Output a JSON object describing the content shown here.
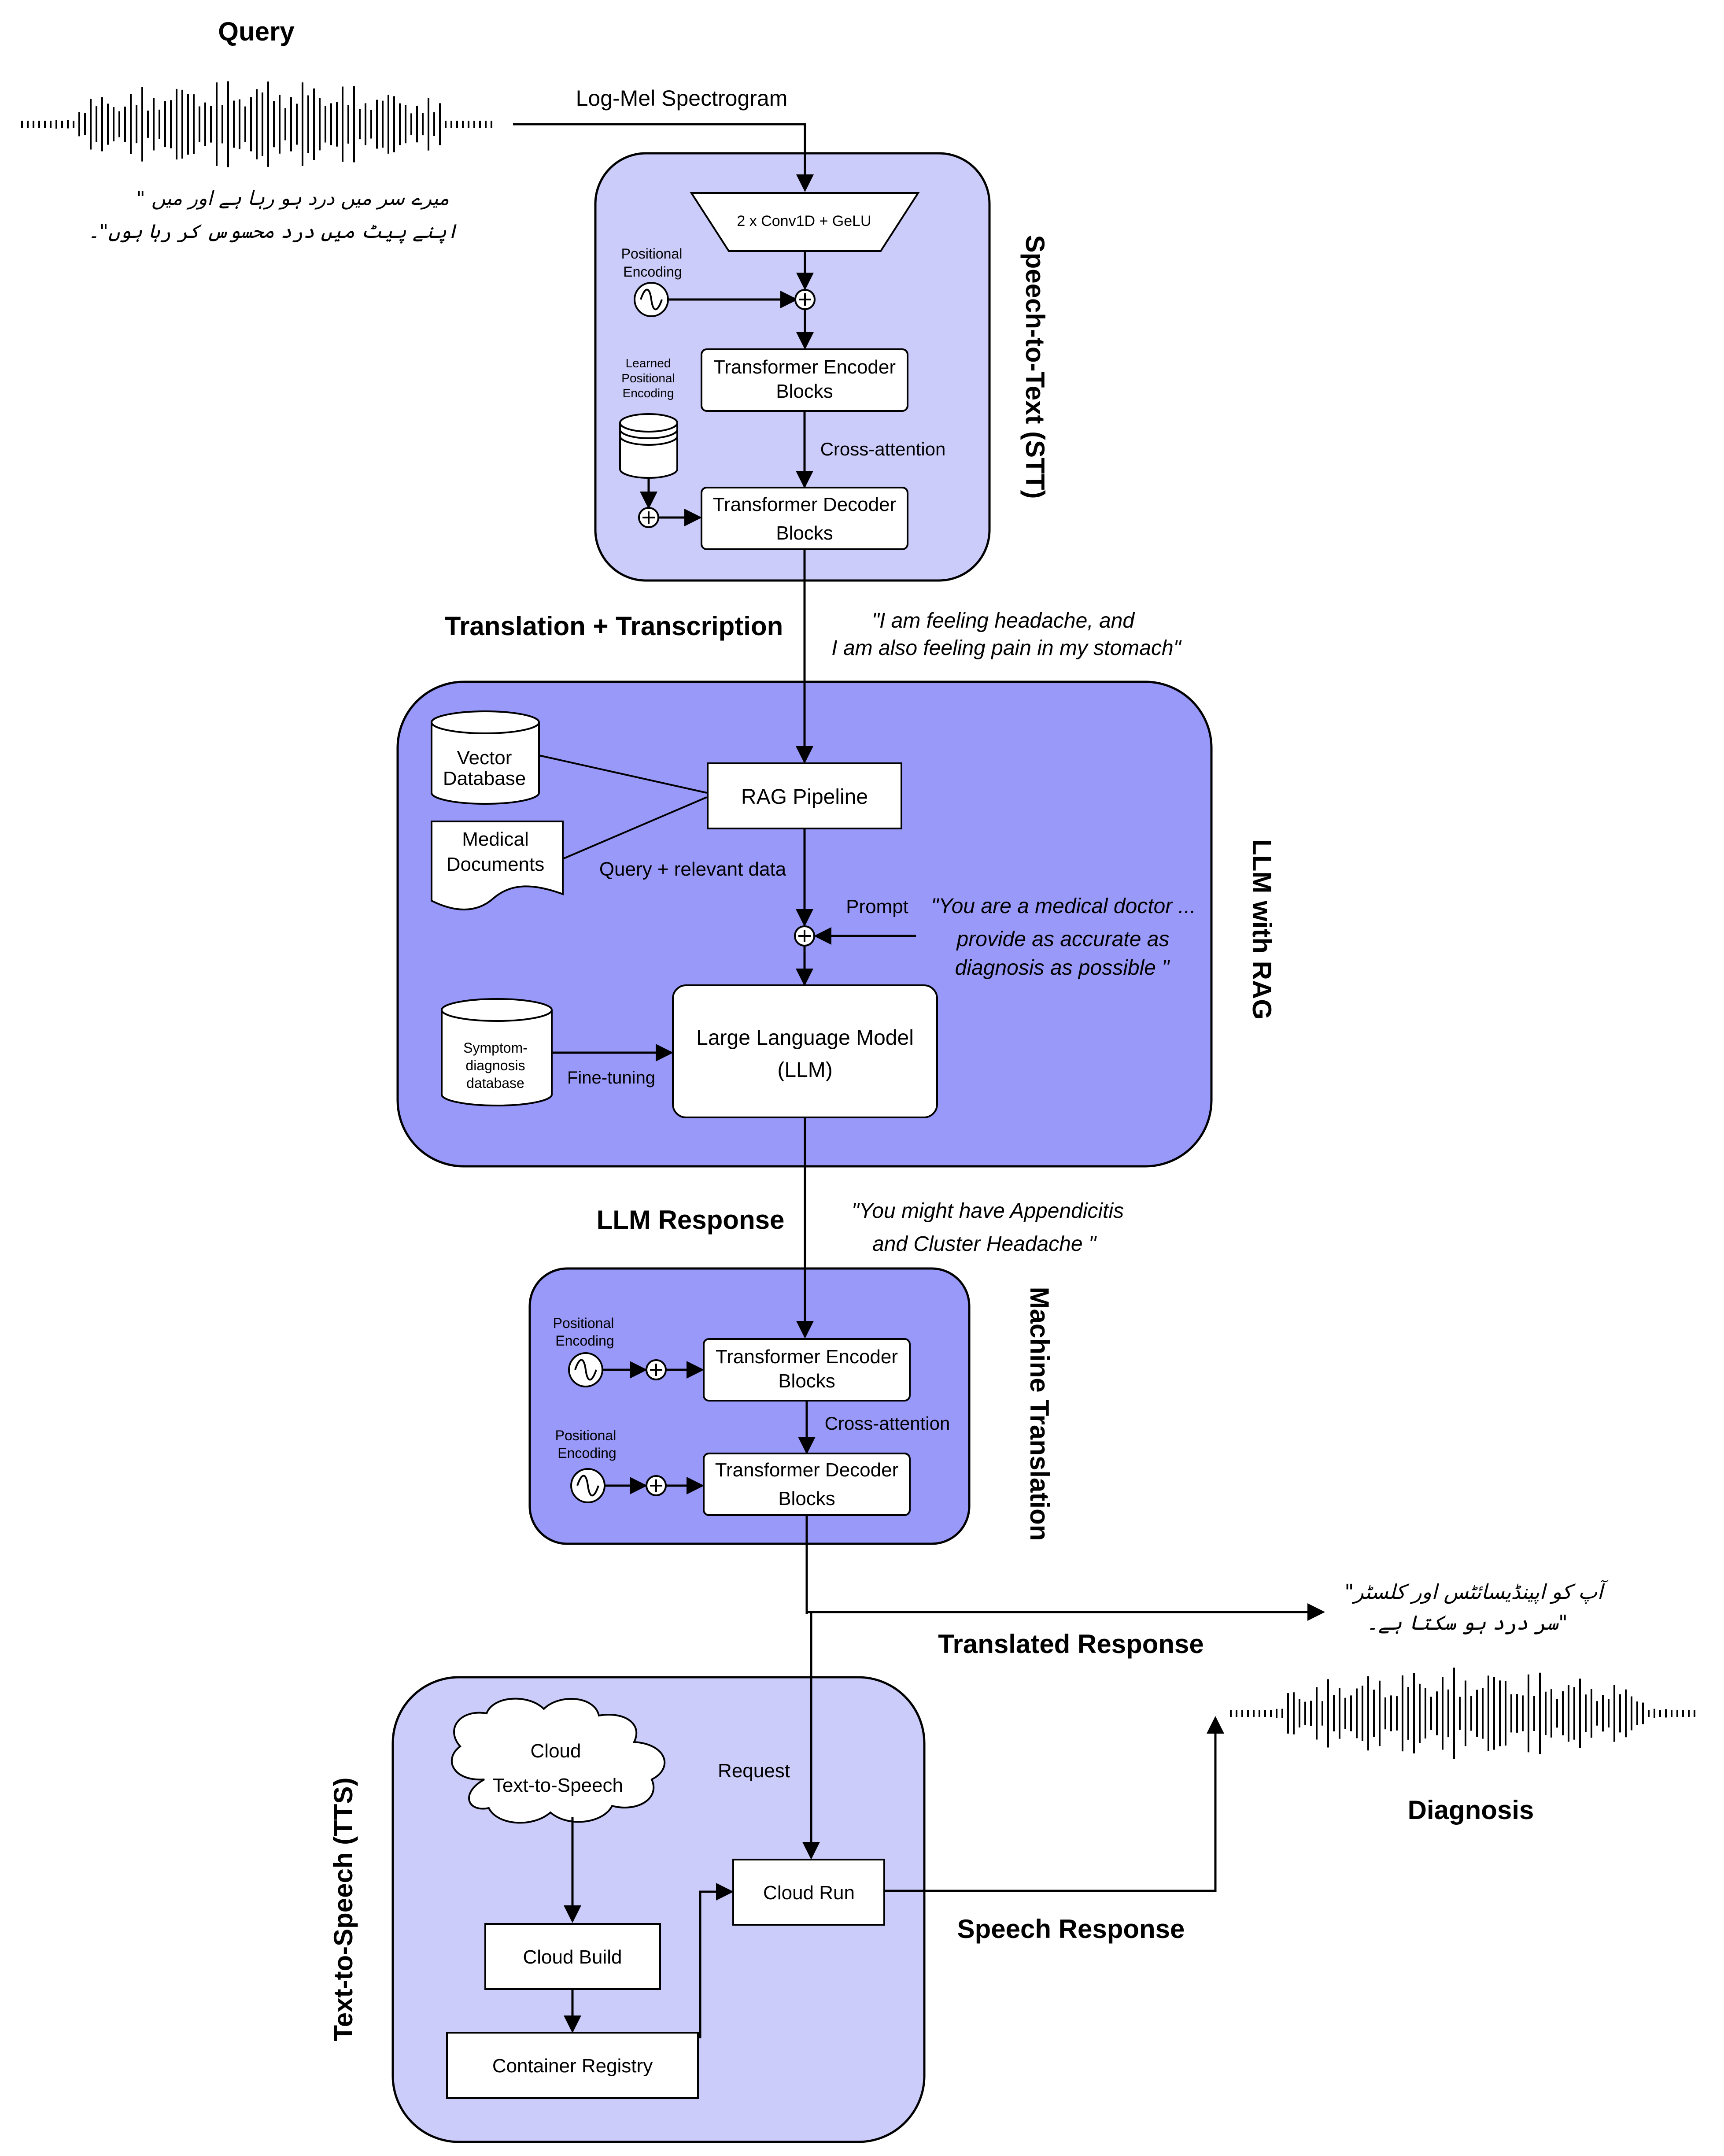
{
  "query_title": "Query",
  "diagnosis_title": "Diagnosis",
  "urdu_query": {
    "line1": "\" میرے سر میں درد ہو رہا ہے اور میں",
    "line2": "اپنے پیٹ میں درد محسوس کر رہا ہوں\"۔"
  },
  "urdu_response": {
    "line1": "\"آپ کو اپینڈیسائٹس اور کلسٹر",
    "line2": "سر درد ہو سکتا ہے۔\""
  },
  "stt": {
    "title": "Speech-to-Text (STT)",
    "input_label": "Log-Mel Spectrogram",
    "conv_label": "2 x Conv1D + GeLU",
    "pos_enc": {
      "line1": "Positional",
      "line2": "Encoding"
    },
    "learned_pos_enc": {
      "line1": "Learned",
      "line2": "Positional",
      "line3": "Encoding"
    },
    "encoder": {
      "line1": "Transformer Encoder",
      "line2": "Blocks"
    },
    "decoder": {
      "line1": "Transformer Decoder",
      "line2": "Blocks"
    },
    "cross_attention": "Cross-attention"
  },
  "stage1_label": "Translation + Transcription",
  "stage1_quote": {
    "line1": "\"I am feeling headache, and",
    "line2": "I am also feeling pain in my stomach\""
  },
  "llm": {
    "title": "LLM with RAG",
    "vector_db": {
      "line1": "Vector",
      "line2": "Database"
    },
    "medical_docs": {
      "line1": "Medical",
      "line2": "Documents"
    },
    "rag": "RAG Pipeline",
    "query_data": "Query + relevant data",
    "prompt_label": "Prompt",
    "prompt_text": {
      "line1": "\"You are a medical doctor ...",
      "line2": "provide as accurate as",
      "line3": "diagnosis as possible \""
    },
    "symptom_db": {
      "line1": "Symptom-",
      "line2": "diagnosis",
      "line3": "database"
    },
    "fine_tuning": "Fine-tuning",
    "model": {
      "line1": "Large Language Model",
      "line2": "(LLM)"
    }
  },
  "stage2_label": "LLM Response",
  "stage2_quote": {
    "line1": "\"You might have Appendicitis",
    "line2": "and Cluster Headache \""
  },
  "mt": {
    "title": "Machine Translation",
    "pos_enc": {
      "line1": "Positional",
      "line2": "Encoding"
    },
    "encoder": {
      "line1": "Transformer Encoder",
      "line2": "Blocks"
    },
    "decoder": {
      "line1": "Transformer Decoder",
      "line2": "Blocks"
    },
    "cross_attention": "Cross-attention"
  },
  "stage3_label": "Translated Response",
  "tts": {
    "title": "Text-to-Speech (TTS)",
    "cloud": {
      "line1": "Cloud",
      "line2": "Text-to-Speech"
    },
    "request": "Request",
    "cloud_run": "Cloud Run",
    "cloud_build": "Cloud Build",
    "registry": "Container Registry"
  },
  "stage4_label": "Speech Response",
  "colors": {
    "stt_panel": "#ccccfa",
    "llm_panel": "#9999fa",
    "mt_panel": "#9999fa",
    "tts_panel": "#ccccfa",
    "stroke": "#000000"
  },
  "icons": [
    "sine-wave-icon",
    "database-cylinder-icon",
    "document-icon",
    "cloud-icon",
    "plus-circle-icon",
    "waveform-icon"
  ]
}
